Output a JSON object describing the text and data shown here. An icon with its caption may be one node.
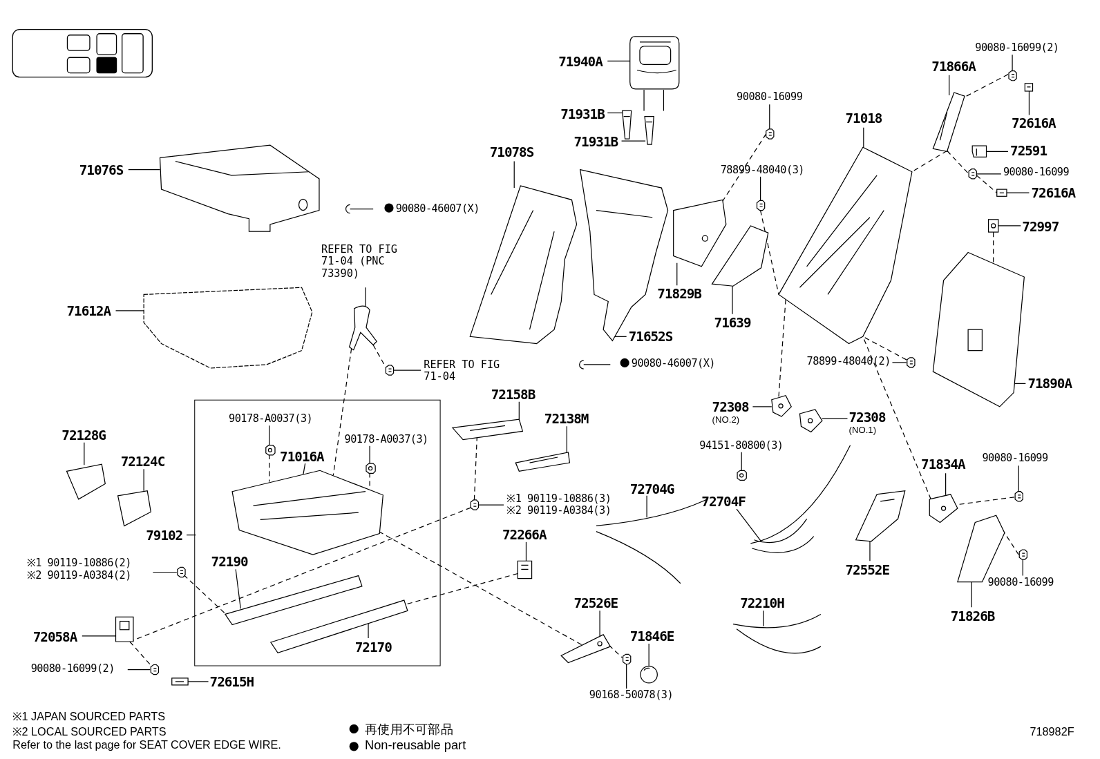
{
  "diagram": {
    "nodes": [
      {
        "text": [
          "71940A"
        ]
      },
      {
        "text": [
          "71931B"
        ]
      },
      {
        "text": [
          "71931B"
        ]
      },
      {
        "text": [
          "71078S"
        ]
      },
      {
        "text": [
          "71076S"
        ]
      },
      {
        "text": [
          "90080-46007(X)"
        ]
      },
      {
        "text": [
          "REFER TO FIG 71-04 (PNC 73390)"
        ]
      },
      {
        "text": [
          "71612A"
        ]
      },
      {
        "text": [
          "REFER TO FIG 71-04"
        ]
      },
      {
        "text": [
          "71652S"
        ]
      },
      {
        "text": [
          "90080-46007(X)"
        ]
      },
      {
        "text": [
          "90080-16099"
        ]
      },
      {
        "text": [
          "78899-48040(3)"
        ]
      },
      {
        "text": [
          "71829B"
        ]
      },
      {
        "text": [
          "71639"
        ]
      },
      {
        "text": [
          "71018"
        ]
      },
      {
        "text": [
          "78899-48040(2)"
        ]
      },
      {
        "text": [
          "90080-16099(2)"
        ]
      },
      {
        "text": [
          "71866A"
        ]
      },
      {
        "text": [
          "72616A"
        ]
      },
      {
        "text": [
          "72591"
        ]
      },
      {
        "text": [
          "90080-16099"
        ]
      },
      {
        "text": [
          "72616A"
        ]
      },
      {
        "text": [
          "72997"
        ]
      },
      {
        "text": [
          "71890A"
        ]
      },
      {
        "text": [
          "72308",
          "(NO.2)"
        ]
      },
      {
        "text": [
          "72308",
          "(NO.1)"
        ]
      },
      {
        "text": [
          "94151-80800(3)"
        ]
      },
      {
        "text": [
          "72704G"
        ]
      },
      {
        "text": [
          "72704F"
        ]
      },
      {
        "text": [
          "71834A"
        ]
      },
      {
        "text": [
          "90080-16099"
        ]
      },
      {
        "text": [
          "72552E"
        ]
      },
      {
        "text": [
          "90080-16099"
        ]
      },
      {
        "text": [
          "71826B"
        ]
      },
      {
        "text": [
          "72210H"
        ]
      },
      {
        "text": [
          "72526E"
        ]
      },
      {
        "text": [
          "71846E"
        ]
      },
      {
        "text": [
          "90168-50078(3)"
        ]
      },
      {
        "text": [
          "72158B"
        ]
      },
      {
        "text": [
          "72138M"
        ]
      },
      {
        "text": [
          "※1 90119-10886(3)",
          "※2 90119-A0384(3)"
        ]
      },
      {
        "text": [
          "72266A"
        ]
      },
      {
        "text": [
          "72128G"
        ]
      },
      {
        "text": [
          "72124C"
        ]
      },
      {
        "text": [
          "79102"
        ]
      },
      {
        "text": [],
        "shape": "box"
      },
      {
        "text": [
          "90178-A0037(3)"
        ],
        "in": 46
      },
      {
        "text": [
          "71016A"
        ],
        "in": 46
      },
      {
        "text": [
          "90178-A0037(3)"
        ],
        "in": 46
      },
      {
        "text": [
          "72190"
        ],
        "in": 46
      },
      {
        "text": [
          "72170"
        ],
        "in": 46
      },
      {
        "text": [
          "※1 90119-10886(2)",
          "※2 90119-A0384(2)"
        ]
      },
      {
        "text": [
          "72058A"
        ]
      },
      {
        "text": [
          "90080-16099(2)"
        ]
      },
      {
        "text": [
          "72615H"
        ]
      },
      {
        "text": [],
        "shape": "picture"
      },
      {
        "text": [],
        "shape": "picture"
      },
      {
        "text": [],
        "shape": "picture"
      },
      {
        "text": [],
        "shape": "picture"
      },
      {
        "text": [],
        "shape": "picture"
      },
      {
        "text": [],
        "shape": "picture"
      },
      {
        "text": [],
        "shape": "picture"
      },
      {
        "text": [],
        "shape": "picture"
      },
      {
        "text": [],
        "shape": "picture"
      },
      {
        "text": [],
        "shape": "picture"
      },
      {
        "text": [],
        "shape": "picture"
      },
      {
        "text": [],
        "shape": "picture"
      },
      {
        "text": [],
        "shape": "picture"
      },
      {
        "text": [],
        "shape": "picture"
      },
      {
        "text": [],
        "shape": "picture"
      },
      {
        "text": [],
        "shape": "picture"
      },
      {
        "text": [],
        "shape": "picture"
      },
      {
        "text": [],
        "shape": "picture"
      },
      {
        "text": [],
        "shape": "picture"
      },
      {
        "text": [],
        "shape": "picture"
      },
      {
        "text": [],
        "shape": "picture"
      },
      {
        "text": [],
        "shape": "picture"
      },
      {
        "text": [],
        "shape": "picture"
      },
      {
        "text": [],
        "shape": "picture"
      },
      {
        "text": [],
        "shape": "picture"
      },
      {
        "text": [],
        "shape": "picture"
      },
      {
        "text": [],
        "shape": "picture"
      },
      {
        "text": [],
        "shape": "picture"
      },
      {
        "text": [],
        "shape": "picture"
      },
      {
        "text": [],
        "shape": "picture"
      },
      {
        "text": [],
        "shape": "picture"
      },
      {
        "text": [],
        "shape": "picture"
      },
      {
        "text": [],
        "shape": "picture"
      },
      {
        "text": [],
        "shape": "picture"
      },
      {
        "text": [],
        "shape": "picture"
      },
      {
        "text": [],
        "shape": "picture"
      },
      {
        "text": [],
        "shape": "picture"
      },
      {
        "text": [],
        "shape": "picture"
      },
      {
        "text": [],
        "shape": "picture"
      },
      {
        "text": [],
        "shape": "picture"
      },
      {
        "text": [],
        "shape": "picture"
      },
      {
        "text": [],
        "shape": "picture"
      },
      {
        "text": [],
        "shape": "picture"
      },
      {
        "text": [],
        "shape": "picture"
      },
      {
        "text": [],
        "shape": "picture"
      },
      {
        "text": [],
        "shape": "picture",
        "in": 46
      },
      {
        "text": [],
        "shape": "picture",
        "in": 46
      },
      {
        "text": [],
        "shape": "picture",
        "in": 46
      },
      {
        "text": [],
        "shape": "picture",
        "in": 46
      },
      {
        "text": [],
        "shape": "picture",
        "in": 46
      },
      {
        "text": [],
        "shape": "picture"
      },
      {
        "text": [],
        "shape": "picture"
      },
      {
        "text": [],
        "shape": "picture"
      },
      {
        "text": [],
        "shape": "picture"
      }
    ],
    "edges": [
      {
        "from": 0,
        "to": 56,
        "arrow": "none"
      },
      {
        "from": 1,
        "to": 57,
        "arrow": "none"
      },
      {
        "from": 2,
        "to": 58,
        "arrow": "none"
      },
      {
        "from": 3,
        "to": 59,
        "arrow": "none"
      },
      {
        "from": 4,
        "to": 60,
        "arrow": "none"
      },
      {
        "from": 5,
        "to": 61,
        "arrow": "none"
      },
      {
        "from": 6,
        "to": 62,
        "arrow": "none"
      },
      {
        "from": 7,
        "to": 63,
        "arrow": "none"
      },
      {
        "from": 8,
        "to": 64,
        "arrow": "none"
      },
      {
        "from": 9,
        "to": 65,
        "arrow": "none"
      },
      {
        "from": 10,
        "to": 66,
        "arrow": "none"
      },
      {
        "from": 11,
        "to": 67,
        "arrow": "none"
      },
      {
        "from": 12,
        "to": 68,
        "arrow": "none"
      },
      {
        "from": 13,
        "to": 69,
        "arrow": "none"
      },
      {
        "from": 14,
        "to": 70,
        "arrow": "none"
      },
      {
        "from": 15,
        "to": 71,
        "arrow": "none"
      },
      {
        "from": 16,
        "to": 72,
        "arrow": "none"
      },
      {
        "from": 17,
        "to": 73,
        "arrow": "none"
      },
      {
        "from": 18,
        "to": 74,
        "arrow": "none"
      },
      {
        "from": 19,
        "to": 75,
        "arrow": "none"
      },
      {
        "from": 20,
        "to": 76,
        "arrow": "none"
      },
      {
        "from": 21,
        "to": 77,
        "arrow": "none"
      },
      {
        "from": 22,
        "to": 78,
        "arrow": "none"
      },
      {
        "from": 23,
        "to": 79,
        "arrow": "none"
      },
      {
        "from": 24,
        "to": 80,
        "arrow": "none"
      },
      {
        "from": 25,
        "to": 81,
        "arrow": "none"
      },
      {
        "from": 26,
        "to": 82,
        "arrow": "none"
      },
      {
        "from": 27,
        "to": 83,
        "arrow": "none"
      },
      {
        "from": 28,
        "to": 84,
        "arrow": "none"
      },
      {
        "from": 29,
        "to": 85,
        "arrow": "none"
      },
      {
        "from": 30,
        "to": 86,
        "arrow": "none"
      },
      {
        "from": 31,
        "to": 87,
        "arrow": "none"
      },
      {
        "from": 32,
        "to": 88,
        "arrow": "none"
      },
      {
        "from": 33,
        "to": 89,
        "arrow": "none"
      },
      {
        "from": 34,
        "to": 90,
        "arrow": "none"
      },
      {
        "from": 35,
        "to": 91,
        "arrow": "none"
      },
      {
        "from": 36,
        "to": 92,
        "arrow": "none"
      },
      {
        "from": 37,
        "to": 93,
        "arrow": "none"
      },
      {
        "from": 38,
        "to": 94,
        "arrow": "none"
      },
      {
        "from": 39,
        "to": 95,
        "arrow": "none"
      },
      {
        "from": 40,
        "to": 96,
        "arrow": "none"
      },
      {
        "from": 41,
        "to": 97,
        "arrow": "none"
      },
      {
        "from": 42,
        "to": 98,
        "arrow": "none"
      },
      {
        "from": 43,
        "to": 99,
        "arrow": "none"
      },
      {
        "from": 44,
        "to": 100,
        "arrow": "none"
      },
      {
        "from": 45,
        "to": 46,
        "arrow": "none"
      },
      {
        "from": 47,
        "to": 101,
        "arrow": "none"
      },
      {
        "from": 48,
        "to": 102,
        "arrow": "none"
      },
      {
        "from": 49,
        "to": 103,
        "arrow": "none"
      },
      {
        "from": 50,
        "to": 104,
        "arrow": "none"
      },
      {
        "from": 51,
        "to": 105,
        "arrow": "none"
      },
      {
        "from": 52,
        "to": 106,
        "arrow": "none"
      },
      {
        "from": 53,
        "to": 107,
        "arrow": "none"
      },
      {
        "from": 54,
        "to": 108,
        "arrow": "none"
      },
      {
        "from": 55,
        "to": 109,
        "arrow": "none"
      },
      {
        "from": 67,
        "to": 69,
        "arrow": "none",
        "style": "dashed"
      },
      {
        "from": 68,
        "to": 71,
        "arrow": "none",
        "style": "dashed"
      },
      {
        "from": 72,
        "to": 71,
        "arrow": "none",
        "style": "dashed"
      },
      {
        "from": 73,
        "to": 74,
        "arrow": "none",
        "style": "dashed"
      },
      {
        "from": 74,
        "to": 71,
        "arrow": "none",
        "style": "dashed"
      },
      {
        "from": 74,
        "to": 77,
        "arrow": "none",
        "style": "dashed"
      },
      {
        "from": 77,
        "to": 78,
        "arrow": "none",
        "style": "dashed"
      },
      {
        "from": 79,
        "to": 80,
        "arrow": "none",
        "style": "dashed"
      },
      {
        "from": 71,
        "to": 81,
        "arrow": "none",
        "style": "dashed"
      },
      {
        "from": 87,
        "to": 86,
        "arrow": "none",
        "style": "dashed"
      },
      {
        "from": 86,
        "to": 71,
        "arrow": "none",
        "style": "dashed"
      },
      {
        "from": 89,
        "to": 90,
        "arrow": "none",
        "style": "dashed"
      },
      {
        "from": 62,
        "to": 64,
        "arrow": "none",
        "style": "dashed"
      },
      {
        "from": 62,
        "to": 102,
        "arrow": "none",
        "style": "dashed"
      },
      {
        "from": 101,
        "to": 102,
        "arrow": "none",
        "style": "dashed"
      },
      {
        "from": 103,
        "to": 102,
        "arrow": "none",
        "style": "dashed"
      },
      {
        "from": 95,
        "to": 97,
        "arrow": "none",
        "style": "dashed"
      },
      {
        "from": 97,
        "to": 107,
        "arrow": "none",
        "style": "dashed"
      },
      {
        "from": 106,
        "to": 104,
        "arrow": "none",
        "style": "dashed"
      },
      {
        "from": 107,
        "to": 108,
        "arrow": "none",
        "style": "dashed"
      },
      {
        "from": 102,
        "to": 92,
        "arrow": "none",
        "style": "dashed"
      },
      {
        "from": 98,
        "to": 105,
        "arrow": "none",
        "style": "dashed"
      },
      {
        "from": 92,
        "to": 94,
        "arrow": "none",
        "style": "dashed"
      }
    ],
    "labels": [
      "※1 JAPAN SOURCED PARTS",
      "※2 LOCAL SOURCED PARTS",
      "Refer to the last page for SEAT COVER EDGE WIRE.",
      "718982F"
    ],
    "legend": [
      {
        "text": "再使用不可部品"
      },
      {
        "text": "Non-reusable part"
      }
    ]
  }
}
